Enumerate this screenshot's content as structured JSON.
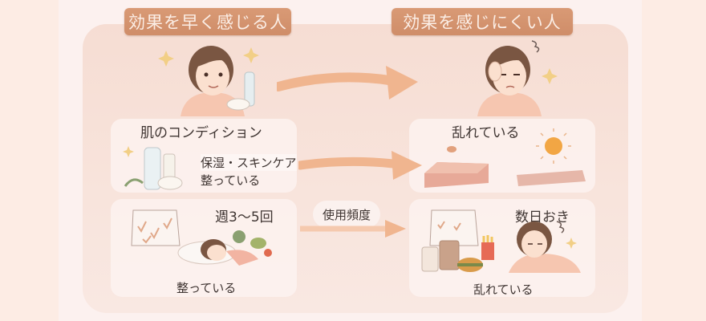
{
  "headers": {
    "left": "効果を早く感じる人",
    "right": "効果を感じにくい人"
  },
  "left_column": {
    "skin_title": "肌のコンディション",
    "skincare_line1": "保湿・スキンケア",
    "skincare_line2": "整っている",
    "frequency": "週3〜5回",
    "lifestyle_status": "整っている"
  },
  "right_column": {
    "skin_status": "乱れている",
    "frequency": "数日おき",
    "lifestyle_status": "乱れている"
  },
  "center": {
    "frequency_label": "使用頻度"
  },
  "colors": {
    "page_bg": "#fdece4",
    "canvas_bg": "#fcf1ef",
    "header_bg": "#d4926d",
    "header_text": "#fbeee6",
    "arrow": "#f0b58f",
    "text": "#3f3532"
  },
  "icons": [
    "happy-woman-illustration",
    "skincare-bottles-icon",
    "sparkle-icon",
    "calendar-checked-icon",
    "sleeping-woman-icon",
    "vegetables-icon",
    "worried-woman-illustration",
    "damaged-skin-icon",
    "sun-icon",
    "junk-food-icon",
    "tired-woman-icon",
    "arrow-right-icon"
  ]
}
